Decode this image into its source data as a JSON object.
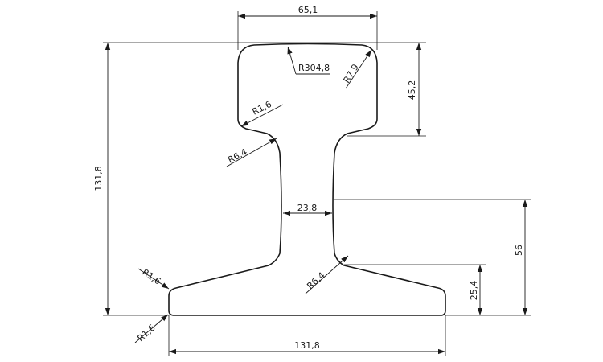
{
  "drawing": {
    "dimensions": {
      "head_width": "65,1",
      "overall_height": "131,8",
      "head_height": "45,2",
      "web_thickness": "23,8",
      "web_height": "56",
      "foot_height": "25,4",
      "foot_width": "131,8"
    },
    "radii": {
      "crown": "R304,8",
      "head_corner": "R7,9",
      "head_underside": "R1,6",
      "upper_fillet": "R6,4",
      "lower_fillet": "R6,4",
      "foot_top_edge": "R1,6",
      "foot_bottom_edge": "R1,6"
    },
    "colors": {
      "line": "#1a1a1a",
      "background": "#ffffff"
    }
  }
}
